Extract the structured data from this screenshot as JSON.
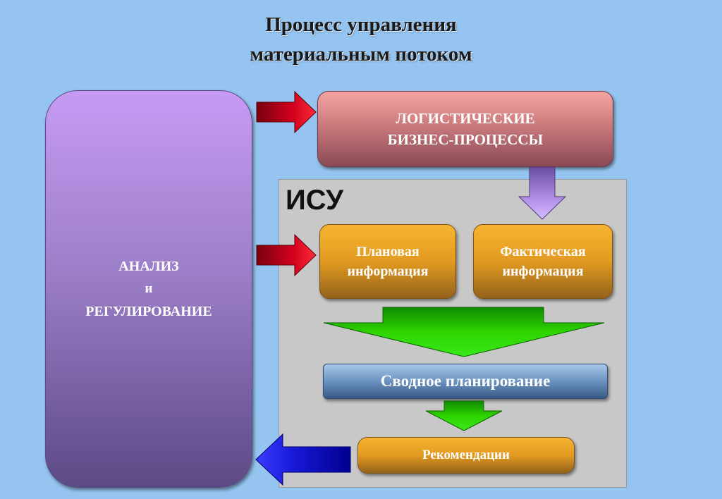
{
  "title": {
    "line1": "Процесс управления",
    "line2": "материальным потоком"
  },
  "analysis": {
    "line1": "АНАЛИЗ",
    "line2": "и",
    "line3": "РЕГУЛИРОВАНИЕ"
  },
  "logistics": {
    "line1": "ЛОГИСТИЧЕСКИЕ",
    "line2": "БИЗНЕС-ПРОЦЕССЫ"
  },
  "isu": {
    "label": "ИСУ",
    "planned": {
      "line1": "Плановая",
      "line2": "информация"
    },
    "actual": {
      "line1": "Фактическая",
      "line2": "информация"
    },
    "summary": "Сводное планирование",
    "recommendations": "Рекомендации"
  },
  "colors": {
    "background": "#94c4ef",
    "red_arrow": "#c0001a",
    "green_arrow": "#22c000",
    "violet_arrow": "#a886e0",
    "blue_arrow": "#1010c8"
  }
}
